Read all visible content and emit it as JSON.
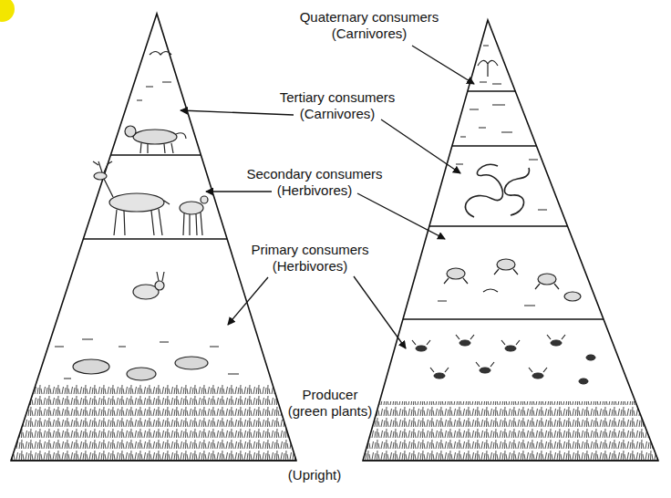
{
  "diagram": {
    "caption": "(Upright)",
    "labels": [
      "Quaternary consumers (Carnivores)",
      "Tertiary consumers (Carnivores)",
      "Secondary consumers (Herbivores)",
      "Primary consumers (Herbivores)",
      "Producer (green plants)"
    ]
  }
}
